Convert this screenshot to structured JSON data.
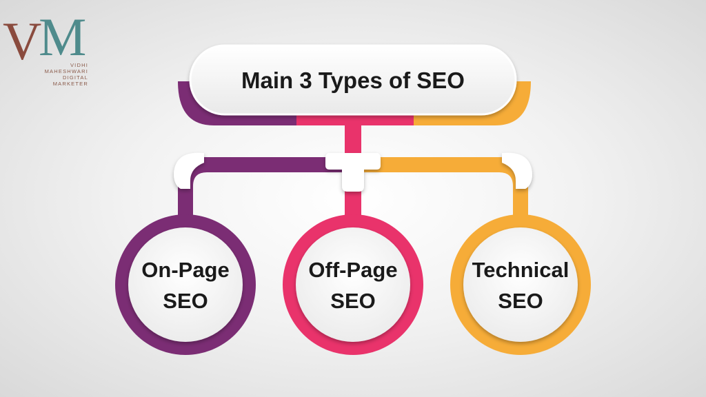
{
  "logo": {
    "monogram_left": "V",
    "monogram_right": "M",
    "lines": [
      "VIDHI",
      "MAHESHWARI",
      "DIGITAL",
      "MARKETER"
    ]
  },
  "title": "Main 3 Types of SEO",
  "types": [
    {
      "line1": "On-Page",
      "line2": "SEO",
      "color": "#7b2d74"
    },
    {
      "line1": "Off-Page",
      "line2": "SEO",
      "color": "#e9336b"
    },
    {
      "line1": "Technical",
      "line2": "SEO",
      "color": "#f6ac38"
    }
  ],
  "colors": {
    "purple": "#7b2d74",
    "pink": "#e9336b",
    "orange": "#f6ac38",
    "logo_brown": "#8a4b3e",
    "logo_teal": "#4f8b8c"
  }
}
